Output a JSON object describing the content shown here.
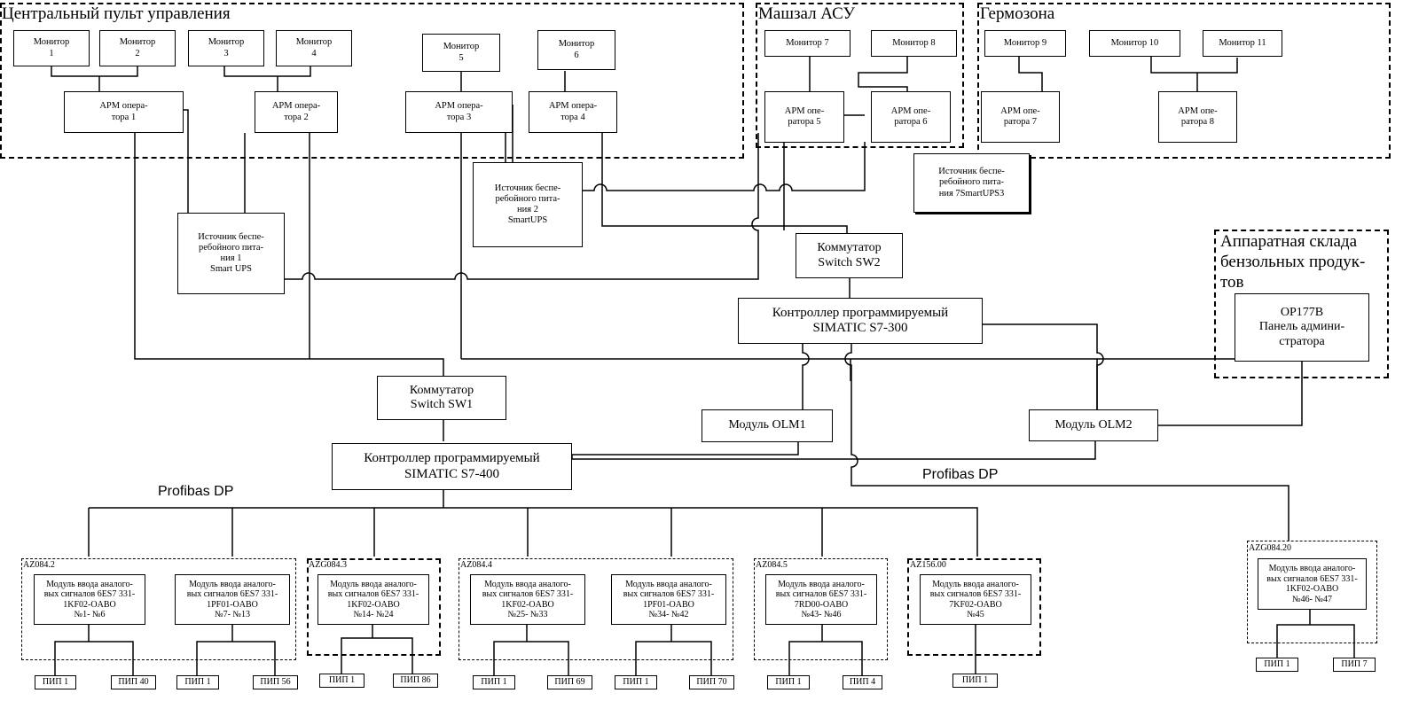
{
  "zones": {
    "central": "Центральный пульт управления",
    "machine": "Машзал АСУ",
    "hermo": "Гермозона",
    "fuel": "Аппаратная склада бензольных продук-тов"
  },
  "monitors": [
    "Монитор\n1",
    "Монитор\n2",
    "Монитор\n3",
    "Монитор\n4",
    "Монитор\n5",
    "Монитор\n6",
    "Монитор   7",
    "Монитор   8",
    "Монитор 9",
    "Монитор 10",
    "Монитор 11"
  ],
  "arm": [
    "АРМ опера-\nтора 1",
    "АРМ опера-\nтора 2",
    "АРМ опера-\nтора 3",
    "АРМ опера-\nтора 4",
    "АРМ опе-\nратора 5",
    "АРМ опе-\nратора 6",
    "АРМ опе-\nратора 7",
    "АРМ опе-\nратора 8"
  ],
  "ups": [
    "Источник беспе-\nребойного пита-\nния 1\nSmart UPS",
    "Источник беспе-\nребойного пита-\nния 2\nSmartUPS",
    "Источник беспе-\nребойного пита-\nния 7SmartUPS3"
  ],
  "switch_sw1": "Коммутатор\nSwitch SW1",
  "switch_sw2": "Коммутатор\nSwitch SW2",
  "plc_s7_300": "Контроллер программируемый\nSIMATIC S7-300",
  "plc_s7_400": "Контроллер программируемый\nSIMATIC S7-400",
  "olm1": "Модуль OLM1",
  "olm2": "Модуль OLM2",
  "op177b": "OP177B\nПанель админи-\nстратора",
  "profibus": "Profibas DP",
  "cabinets": [
    "AZ084.2",
    "AZG084.3",
    "AZ084.4",
    "AZ084.5",
    "AZ156.00",
    "AZG084.20"
  ],
  "modules": [
    "Модуль ввода аналого-\nвых сигналов 6ES7 331-\n1KF02-OABO\n№1- №6",
    "Модуль ввода аналого-\nвых сигналов 6ES7 331-\n1PF01-OABO\n№7- №13",
    "Модуль ввода аналого-\nвых сигналов 6ES7 331-\n1KF02-OABO\n№14- №24",
    "Модуль ввода аналого-\nвых сигналов 6ES7 331-\n1KF02-OABO\n№25- №33",
    "Модуль ввода аналого-\nвых сигналов 6ES7 331-\n1PF01-OABO\n№34- №42",
    "Модуль ввода аналого-\nвых сигналов 6ES7 331-\n7RD00-OABO\n№43- №46",
    "Модуль ввода аналого-\nвых сигналов 6ES7 331-\n7KF02-OABO\n№45",
    "Модуль ввода аналого-\nвых сигналов 6ES7 331-\n1KF02-OABO\n№46- №47"
  ],
  "sensors": [
    "ПИП 1",
    "ПИП 40",
    "ПИП 1",
    "ПИП 56",
    "ПИП 1",
    "ПИП 86",
    "ПИП 1",
    "ПИП 69",
    "ПИП 1",
    "ПИП 70",
    "ПИП 1",
    "ПИП 4",
    "ПИП 1",
    "ПИП 1",
    "ПИП 7"
  ]
}
